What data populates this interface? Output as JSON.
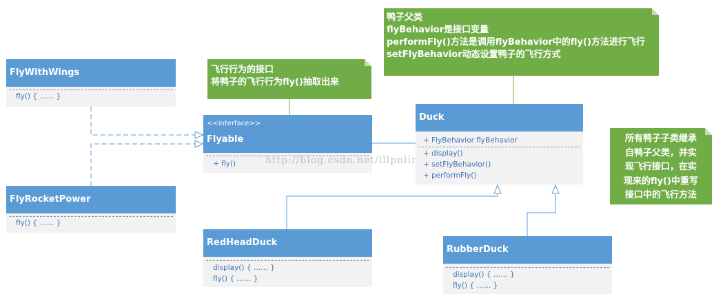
{
  "classes": {
    "flywithwings": {
      "name": "FlyWithWings",
      "methods": [
        "fly() { …… }"
      ]
    },
    "flyrocketpower": {
      "name": "FlyRocketPower",
      "methods": [
        "fly() { …… }"
      ]
    },
    "flyable": {
      "stereotype": "<<interface>>",
      "name": "Flyable",
      "methods": [
        "+ fly()"
      ]
    },
    "duck": {
      "name": "Duck",
      "attributes": [
        "+ FlyBehavior flyBehavior"
      ],
      "methods": [
        "+ display()",
        "+ setFlyBehavior()",
        "+ performFly()"
      ]
    },
    "redheadduck": {
      "name": "RedHeadDuck",
      "methods": [
        "display() { …… }",
        "fly() { …… }"
      ]
    },
    "rubberduck": {
      "name": "RubberDuck",
      "methods": [
        "display() { …… }",
        "fly() { …… }"
      ]
    }
  },
  "notes": {
    "interface_note": [
      "飞行行为的接口",
      "将鸭子的飞行行为fly()抽取出来"
    ],
    "duck_note": [
      "鸭子父类",
      "flyBehavior是接口变量",
      "performFly()方法是调用flyBehavior中的fly()方法进行飞行",
      "setFlyBehavior动态设置鸭子的飞行方式"
    ],
    "subclass_note": [
      "所有鸭子子类继承",
      "自鸭子父类，并实",
      "现飞行接口，在实",
      "现来的fly()中重写",
      "接口中的飞行方法"
    ]
  },
  "watermark": "http://blog.csdn.net/lllpnlir",
  "colors": {
    "class_header": "#5b9bd5",
    "class_body": "#f2f2f2",
    "note": "#70ad47",
    "connector": "#5b9bd5"
  }
}
